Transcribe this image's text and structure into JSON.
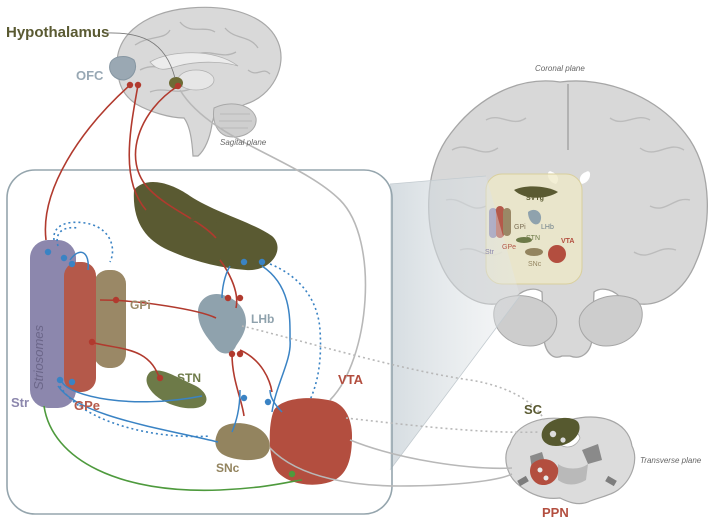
{
  "labels": {
    "hypothalamus": "Hypothalamus",
    "ofc": "OFC",
    "sagittal_plane": "Sagital plane",
    "coronal_plane": "Coronal plane",
    "transverse_plane": "Transverse plane",
    "svtg": "SVTg",
    "lhb": "LHb",
    "gpi": "GPi",
    "stn": "STN",
    "striosomes": "Striosomes",
    "str": "Str",
    "gpe": "GPe",
    "snc": "SNc",
    "vta": "VTA",
    "sc": "SC",
    "ppn": "PPN"
  },
  "coronal_labels": {
    "svtg": "SVTg",
    "gpi": "GPi",
    "lhb": "LHb",
    "stn": "STN",
    "str": "Str",
    "gpe": "GPe",
    "vta": "VTA",
    "snc": "SNc"
  },
  "colors": {
    "svtg": "#5a5a32",
    "lhb": "#8fa2ad",
    "gpi": "#9a8866",
    "stn": "#6d7a48",
    "striosomes": "#8c87ad",
    "gpe": "#b4594a",
    "snc": "#93845f",
    "vta": "#b34e3f",
    "excitatory_red": "#b13a2e",
    "inhibitory_blue": "#3a83c4",
    "green_path": "#4e9a3d",
    "gray_path": "#b8b8b8",
    "brain_gray": "#d6d6d6"
  }
}
